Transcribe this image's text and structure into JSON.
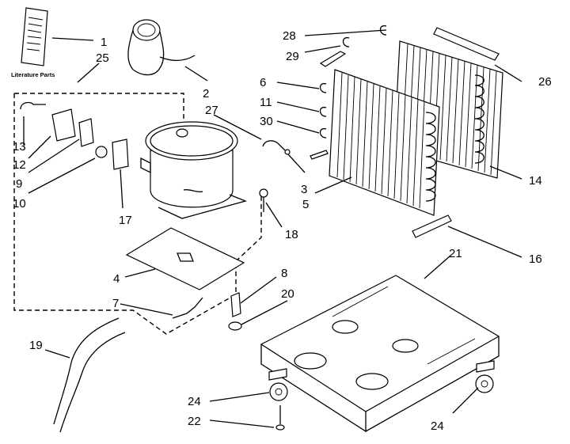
{
  "literature_parts_label": "Literature Parts",
  "callouts": [
    {
      "id": "c1",
      "text": "1"
    },
    {
      "id": "c25",
      "text": "25"
    },
    {
      "id": "c2",
      "text": "2"
    },
    {
      "id": "c27",
      "text": "27"
    },
    {
      "id": "c28",
      "text": "28"
    },
    {
      "id": "c29",
      "text": "29"
    },
    {
      "id": "c26",
      "text": "26"
    },
    {
      "id": "c6",
      "text": "6"
    },
    {
      "id": "c11",
      "text": "11"
    },
    {
      "id": "c30",
      "text": "30"
    },
    {
      "id": "c13",
      "text": "13"
    },
    {
      "id": "c12",
      "text": "12"
    },
    {
      "id": "c9",
      "text": "9"
    },
    {
      "id": "c10",
      "text": "10"
    },
    {
      "id": "c17",
      "text": "17"
    },
    {
      "id": "c3",
      "text": "3"
    },
    {
      "id": "c5",
      "text": "5"
    },
    {
      "id": "c14",
      "text": "14"
    },
    {
      "id": "c18",
      "text": "18"
    },
    {
      "id": "c16",
      "text": "16"
    },
    {
      "id": "c21",
      "text": "21"
    },
    {
      "id": "c4",
      "text": "4"
    },
    {
      "id": "c8",
      "text": "8"
    },
    {
      "id": "c20",
      "text": "20"
    },
    {
      "id": "c7",
      "text": "7"
    },
    {
      "id": "c19",
      "text": "19"
    },
    {
      "id": "c24a",
      "text": "24"
    },
    {
      "id": "c22",
      "text": "22"
    },
    {
      "id": "c24b",
      "text": "24"
    }
  ]
}
